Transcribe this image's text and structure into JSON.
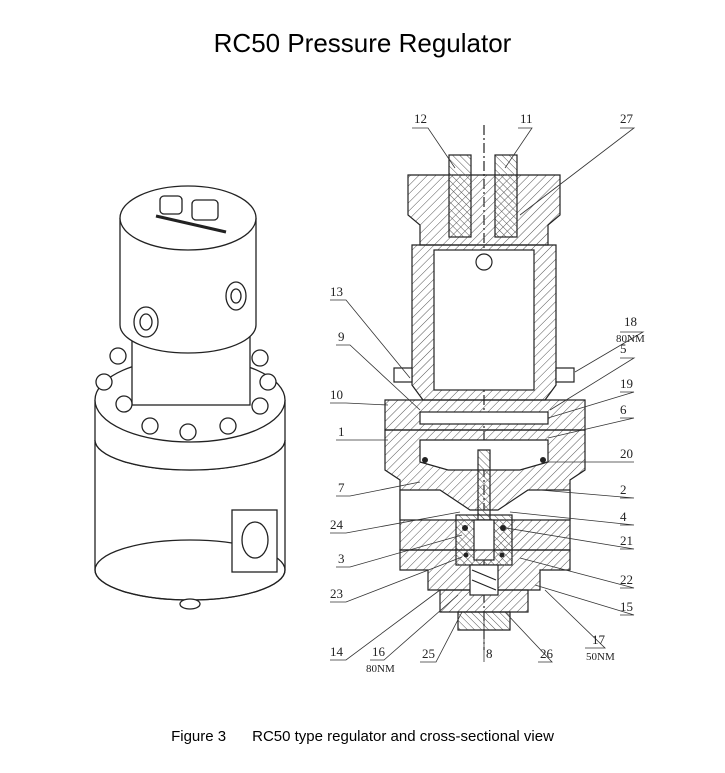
{
  "title": "RC50 Pressure Regulator",
  "caption": {
    "figure": "Figure 3",
    "text": "RC50 type regulator and cross-sectional view"
  },
  "callouts": {
    "c12": "12",
    "c11": "11",
    "c27": "27",
    "c13": "13",
    "c18": "18",
    "c18_torque": "80NM",
    "c9": "9",
    "c5": "5",
    "c19": "19",
    "c10": "10",
    "c6": "6",
    "c1": "1",
    "c20": "20",
    "c7": "7",
    "c2": "2",
    "c24": "24",
    "c4": "4",
    "c3": "3",
    "c21": "21",
    "c22": "22",
    "c23": "23",
    "c15": "15",
    "c14": "14",
    "c16": "16",
    "c16_torque": "80NM",
    "c25": "25",
    "c8": "8",
    "c26": "26",
    "c17": "17",
    "c17_torque": "50NM"
  },
  "colors": {
    "line": "#222222",
    "hatch": "#555555",
    "paper": "#ffffff"
  }
}
